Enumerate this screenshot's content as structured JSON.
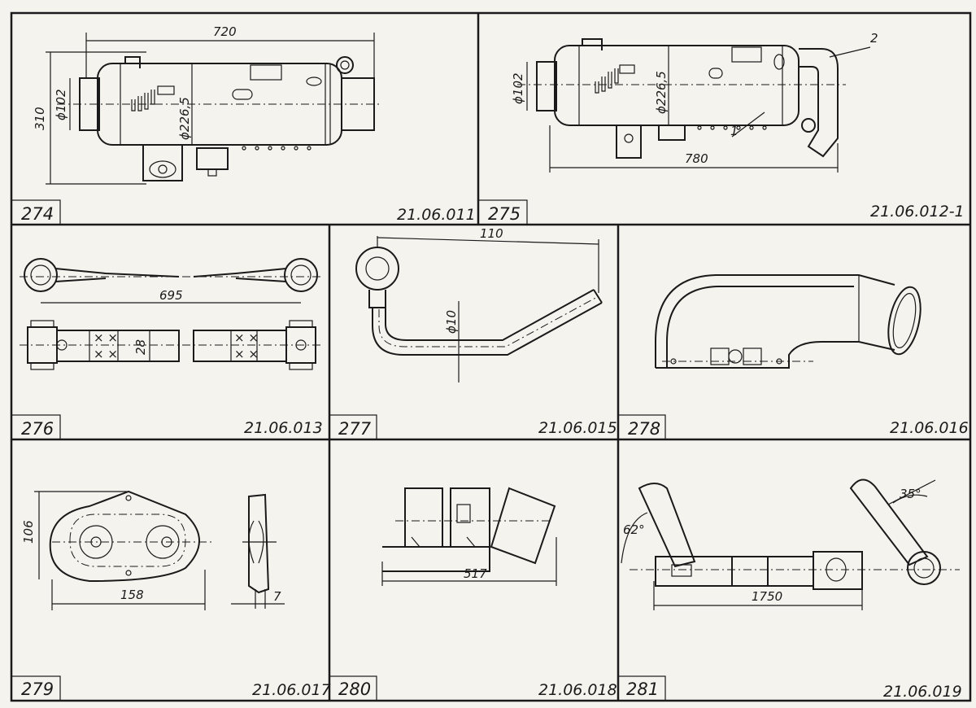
{
  "panels": [
    {
      "number": "274",
      "code": "21.06.011",
      "dims": {
        "length": "720",
        "height": "310",
        "dia_small": "ϕ102",
        "dia_large": "ϕ226,5"
      }
    },
    {
      "number": "275",
      "code": "21.06.012-1",
      "dims": {
        "length": "780",
        "dia_small": "ϕ102",
        "dia_large": "ϕ226,5"
      },
      "callouts": [
        "2",
        "1"
      ]
    },
    {
      "number": "276",
      "code": "21.06.013",
      "dims": {
        "length": "695",
        "width": "28"
      }
    },
    {
      "number": "277",
      "code": "21.06.015",
      "dims": {
        "length": "110",
        "dia": "ϕ10"
      }
    },
    {
      "number": "278",
      "code": "21.06.016",
      "dims": {}
    },
    {
      "number": "279",
      "code": "21.06.017",
      "dims": {
        "width": "158",
        "height": "106",
        "thickness": "7"
      }
    },
    {
      "number": "280",
      "code": "21.06.018",
      "dims": {
        "length": "517"
      }
    },
    {
      "number": "281",
      "code": "21.06.019",
      "dims": {
        "length": "1750",
        "angle_left": "62°",
        "angle_right": "35°"
      }
    }
  ]
}
